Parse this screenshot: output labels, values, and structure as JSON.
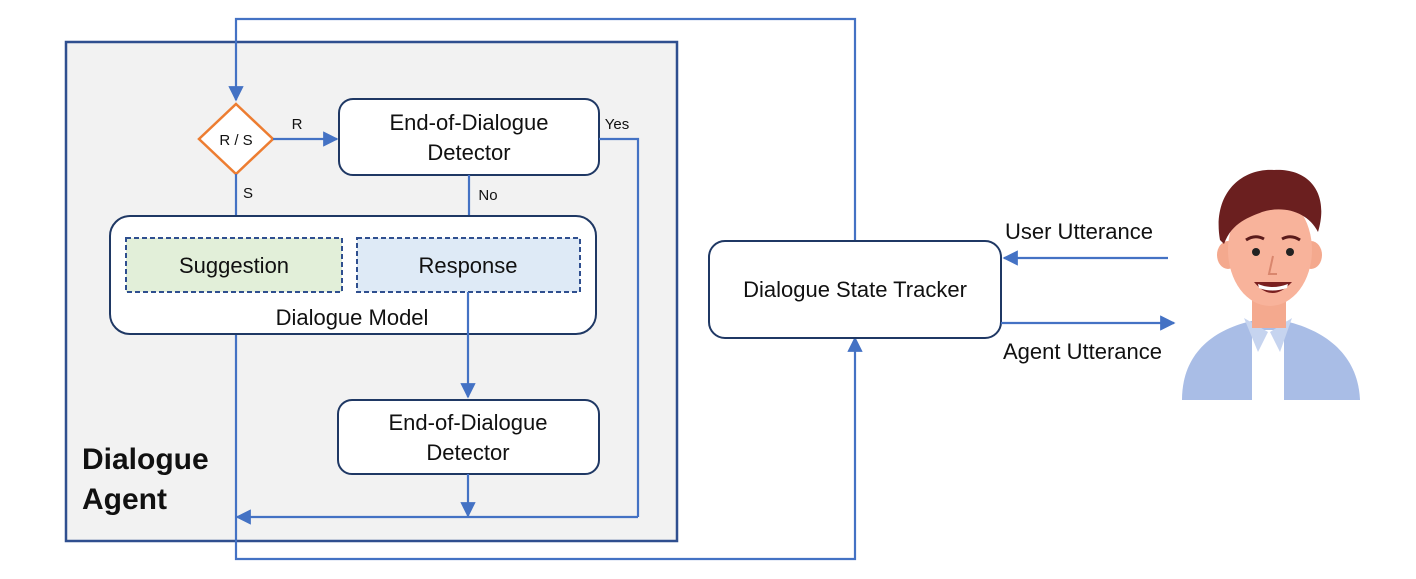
{
  "diagram": {
    "agent_label_line1": "Dialogue",
    "agent_label_line2": "Agent",
    "decision": {
      "label": "R / S"
    },
    "edge_labels": {
      "r": "R",
      "s": "S",
      "yes": "Yes",
      "no": "No"
    },
    "eod_top": {
      "line1": "End-of-Dialogue",
      "line2": "Detector"
    },
    "eod_bottom": {
      "line1": "End-of-Dialogue",
      "line2": "Detector"
    },
    "dialogue_model": {
      "label": "Dialogue Model",
      "suggestion": "Suggestion",
      "response": "Response"
    },
    "state_tracker": {
      "label": "Dialogue State Tracker"
    },
    "user_utterance": "User Utterance",
    "agent_utterance": "Agent Utterance"
  },
  "colors": {
    "arrow": "#4472c4",
    "box_border": "#1f3864",
    "decision_border": "#ed7d31",
    "agent_bg": "#f2f2f2",
    "suggestion_bg": "#e2efd9",
    "response_bg": "#deeaf6"
  },
  "icons": {
    "person": "user-avatar-icon"
  }
}
